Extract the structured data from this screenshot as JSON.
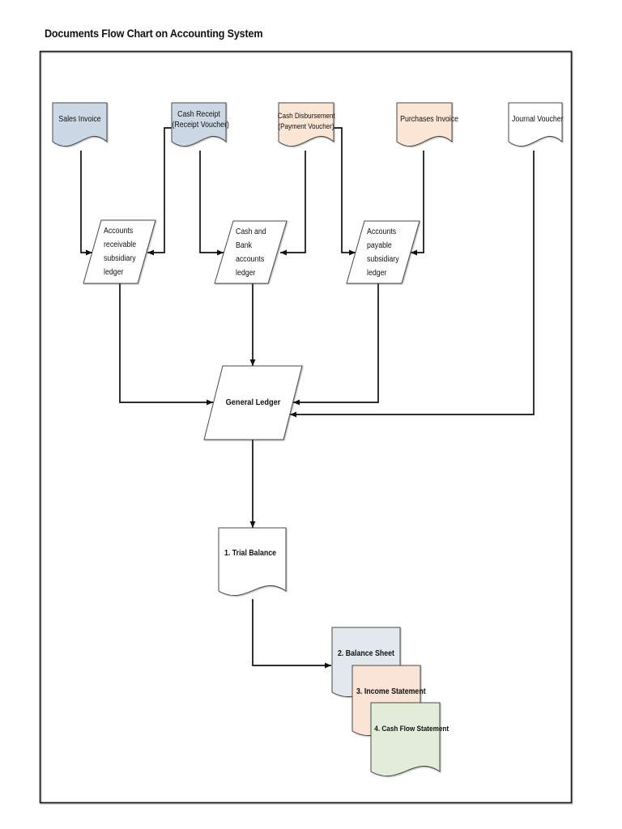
{
  "title": "Documents Flow Chart on Accounting System",
  "colors": {
    "blue_doc": "#ccd8e6",
    "peach_doc": "#fbe5d4",
    "white_doc": "#ffffff",
    "balance_sheet": "#e3e8ef",
    "income_statement": "#fae4d6",
    "cash_flow": "#e3ecd9"
  },
  "documents": {
    "sales_invoice": {
      "label": "Sales Invoice"
    },
    "cash_receipt": {
      "line1": "Cash Receipt",
      "line2": "(Receipt Voucher)"
    },
    "cash_disbursement": {
      "line1": "Cash Disbursement",
      "line2": "(Payment Voucher)"
    },
    "purchases_invoice": {
      "label": "Purchases Invoice"
    },
    "journal_voucher": {
      "label": "Journal Voucher"
    }
  },
  "ledgers": {
    "accounts_receivable": {
      "lines": [
        "Accounts",
        "receivable",
        "subsidiary",
        "ledger"
      ]
    },
    "cash_bank": {
      "lines": [
        "Cash and",
        "Bank",
        "accounts",
        "ledger"
      ]
    },
    "accounts_payable": {
      "lines": [
        "Accounts",
        "payable",
        "subsidiary",
        "ledger"
      ]
    },
    "general_ledger": {
      "label": "General Ledger"
    }
  },
  "outputs": {
    "trial_balance": {
      "label": "1. Trial Balance"
    },
    "balance_sheet": {
      "label": "2. Balance Sheet"
    },
    "income_statement": {
      "label": "3. Income Statement"
    },
    "cash_flow_statement": {
      "label": "4. Cash Flow Statement"
    }
  }
}
